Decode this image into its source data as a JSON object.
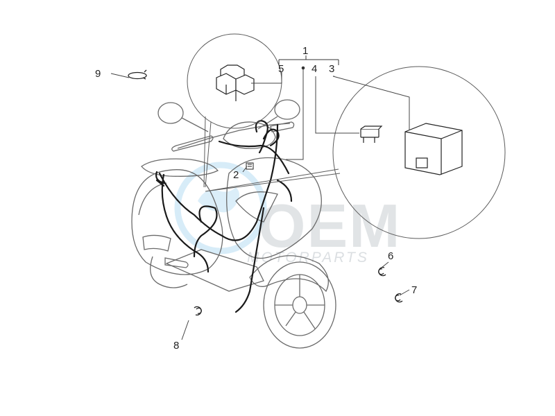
{
  "diagram": {
    "callouts": [
      {
        "id": "1",
        "label": "1"
      },
      {
        "id": "2",
        "label": "2"
      },
      {
        "id": "3",
        "label": "3"
      },
      {
        "id": "4",
        "label": "4"
      },
      {
        "id": "5",
        "label": "5"
      },
      {
        "id": "6",
        "label": "6"
      },
      {
        "id": "7",
        "label": "7"
      },
      {
        "id": "8",
        "label": "8"
      },
      {
        "id": "9",
        "label": "9"
      }
    ]
  },
  "watermark": {
    "brand": "OEM",
    "sub": "MOTORPARTS",
    "color": "#4aa8df"
  },
  "colors": {
    "line": "#5b5b5b",
    "wire": "#1a1a1a",
    "accent_blue": "#4aa8df"
  }
}
